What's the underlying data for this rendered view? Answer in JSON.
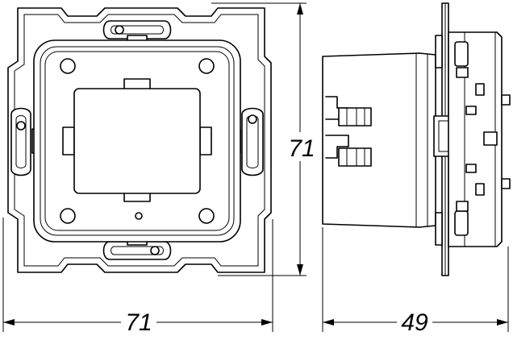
{
  "dimensions": {
    "front_width": "71",
    "front_height": "71",
    "side_depth": "49"
  }
}
